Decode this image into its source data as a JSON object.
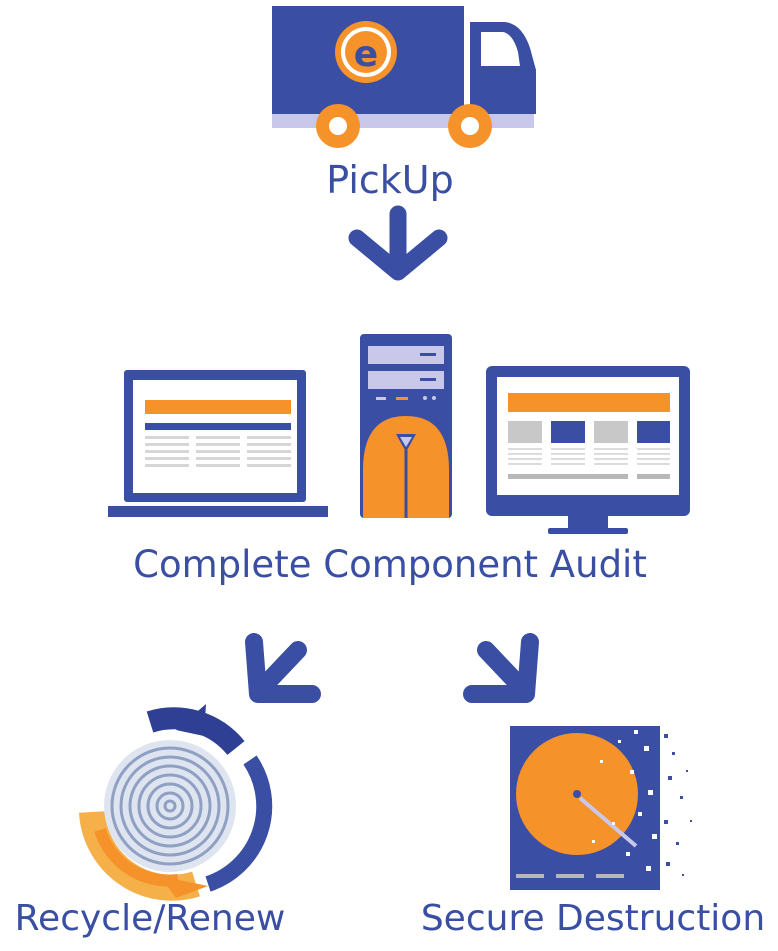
{
  "colors": {
    "blue": "#3a4fa3",
    "dark_blue": "#2f3f93",
    "orange": "#f5922a",
    "lavender": "#c9c8ea",
    "gray": "#b8b8b8"
  },
  "steps": {
    "pickup": {
      "label": "PickUp",
      "icon": "delivery-truck-icon",
      "logo_letter": "e"
    },
    "audit": {
      "label": "Complete Component Audit",
      "icons": [
        "laptop-icon",
        "desktop-tower-icon",
        "monitor-icon"
      ]
    },
    "recycle": {
      "label": "Recycle/Renew",
      "icon": "recycle-fingerprint-icon"
    },
    "destruction": {
      "label": "Secure Destruction",
      "icon": "hard-drive-shred-icon"
    }
  }
}
